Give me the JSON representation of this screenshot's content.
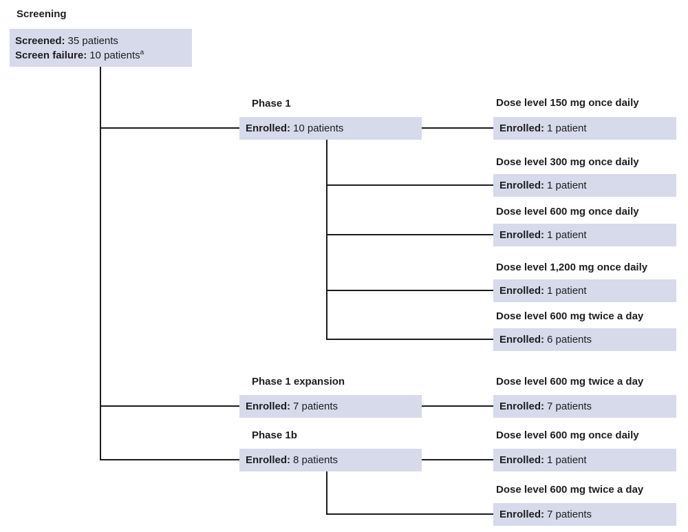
{
  "colors": {
    "box_fill": "#d6daea",
    "line": "#1a1a1a",
    "text": "#1d1d1f",
    "background": "#ffffff"
  },
  "screening": {
    "heading": "Screening",
    "rows": [
      {
        "label": "Screened:",
        "value": "35 patients",
        "sup": ""
      },
      {
        "label": "Screen failure:",
        "value": "10 patients",
        "sup": "a"
      }
    ]
  },
  "phases": [
    {
      "heading": "Phase 1",
      "label": "Enrolled:",
      "value": "10 patients"
    },
    {
      "heading": "Phase 1 expansion",
      "label": "Enrolled:",
      "value": "7 patients"
    },
    {
      "heading": "Phase 1b",
      "label": "Enrolled:",
      "value": "8 patients"
    }
  ],
  "doses": [
    {
      "heading": "Dose level 150 mg once daily",
      "label": "Enrolled:",
      "value": "1 patient"
    },
    {
      "heading": "Dose level 300 mg once daily",
      "label": "Enrolled:",
      "value": "1 patient"
    },
    {
      "heading": "Dose level 600 mg once daily",
      "label": "Enrolled:",
      "value": "1 patient"
    },
    {
      "heading": "Dose level 1,200 mg once daily",
      "label": "Enrolled:",
      "value": "1 patient"
    },
    {
      "heading": "Dose level 600 mg twice a day",
      "label": "Enrolled:",
      "value": "6 patients"
    },
    {
      "heading": "Dose level 600 mg twice a day",
      "label": "Enrolled:",
      "value": "7 patients"
    },
    {
      "heading": "Dose level 600 mg once daily",
      "label": "Enrolled:",
      "value": "1 patient"
    },
    {
      "heading": "Dose level 600 mg twice a day",
      "label": "Enrolled:",
      "value": "7 patients"
    }
  ]
}
